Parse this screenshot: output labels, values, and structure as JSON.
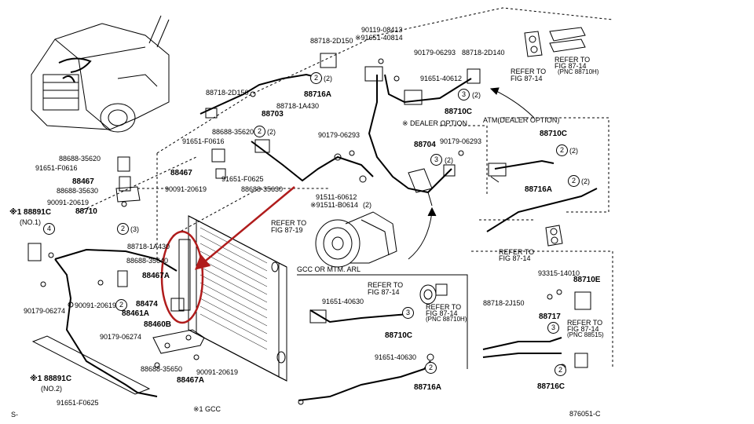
{
  "labels": {
    "p88718_2D150_top": "88718-2D150",
    "p90119_08413": "90119-08413",
    "p91651_40814": "※91651-40814",
    "p90179_06293_top": "90179-06293",
    "p88718_2D140": "88718-2D140",
    "refer_fig_87_14_a": "REFER TO",
    "refer_fig_87_14_a2": "FIG 87-14",
    "refer_fig_87_14_b": "REFER TO",
    "refer_fig_87_14_b2": "FIG 87-14",
    "refer_fig_87_14_b3": "(PNC 88710H)",
    "p88716A_top": "88716A",
    "p91651_40612": "91651-40612",
    "p88718_1A430_top": "88718-1A430",
    "p88718_2D150_left": "88718-2D150",
    "p88703": "88703",
    "p88710C_top": "88710C",
    "dealer_option": "※ DEALER OPTION",
    "atm_dealer_option": "ATM(DEALER OPTION)",
    "p88688_35620_a": "88688-35620",
    "p91651_F0616_a": "91651-F0616",
    "p90179_06293_mid": "90179-06293",
    "p88704": "88704",
    "p90179_06293_right": "90179-06293",
    "p88710C_atm": "88710C",
    "p88688_35620_b": "88688-35620",
    "p91651_F0616_b": "91651-F0616",
    "p88467_a": "88467",
    "p91651_F0625_a": "91651-F0625",
    "p88467_b": "88467",
    "p88688_35630_a": "88688-35630",
    "p90091_20619_a": "90091-20619",
    "p88688_35630_b": "88688-35630",
    "p90091_20619_b": "90091-20619",
    "p88716A_atm": "88716A",
    "p91511_60612": "91511-60612",
    "p91511_B0614": "※91511-B0614",
    "p88891C_1": "※1 88891C",
    "p88891C_1_no": "(NO.1)",
    "p88710_left": "88710",
    "refer_fig_87_19_1": "REFER TO",
    "refer_fig_87_19_2": "FIG 87-19",
    "p88718_1A430_left": "88718-1A430",
    "p88688_35640": "88688-35640",
    "refer_fig_87_14_c": "REFER TO",
    "refer_fig_87_14_c2": "FIG 87-14",
    "p88467A_a": "88467A",
    "p93315_14010": "93315-14010",
    "p88710E": "88710E",
    "gcc_mtm": "GCC OR MTM. ARL",
    "p90091_20619_c": "90091-20619",
    "p88474": "88474",
    "p88461A": "88461A",
    "p90179_06274_a": "90179-06274",
    "p88460B": "88460B",
    "p90179_06274_b": "90179-06274",
    "refer_fig_87_14_d": "REFER TO",
    "refer_fig_87_14_d2": "FIG 87-14",
    "p91651_40630_a": "91651-40630",
    "refer_fig_87_14_e": "REFER TO",
    "refer_fig_87_14_e2": "FIG 87-14",
    "refer_fig_87_14_e3": "(PNC 88710H)",
    "p88710C_gcc": "88710C",
    "p88718_2J150": "88718-2J150",
    "p88717": "88717",
    "refer_fig_87_14_f": "REFER TO",
    "refer_fig_87_14_f2": "FIG 87-14",
    "refer_fig_87_14_f3": "(PNC 88515)",
    "p91651_40630_b": "91651-40630",
    "p88688_35650": "88688-35650",
    "p90091_20619_d": "90091-20619",
    "p88467A_b": "88467A",
    "p88891C_2": "※1 88891C",
    "p88891C_2_no": "(NO.2)",
    "p88716A_gcc": "88716A",
    "p88716C": "88716C",
    "p91651_F0625_b": "91651-F0625",
    "gcc_note": "※1 GCC",
    "corner_s": "S-",
    "fig_code": "876051-C"
  },
  "circles": {
    "c2": "2",
    "c3": "3",
    "c4": "4",
    "q2": "(2)",
    "q3": "(3)",
    "q2b": "(2)"
  },
  "colors": {
    "line": "#000000",
    "annotation": "#b01c1c"
  }
}
